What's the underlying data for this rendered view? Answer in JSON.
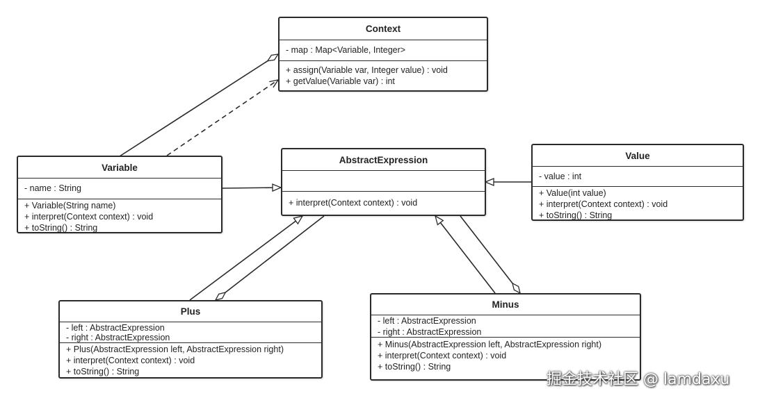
{
  "classes": {
    "context": {
      "name": "Context",
      "attributes": [
        "- map : Map<Variable, Integer>"
      ],
      "operations": [
        "+ assign(Variable var, Integer value) : void",
        "+ getValue(Variable var) : int"
      ]
    },
    "variable": {
      "name": "Variable",
      "attributes": [
        "- name : String"
      ],
      "operations": [
        "+ Variable(String name)",
        "+ interpret(Context context) : void",
        "+ toString() : String"
      ]
    },
    "abstract_expression": {
      "name": "AbstractExpression",
      "attributes": [],
      "operations": [
        "+ interpret(Context context) : void"
      ]
    },
    "value": {
      "name": "Value",
      "attributes": [
        "- value : int"
      ],
      "operations": [
        "+ Value(int value)",
        "+ interpret(Context context) : void",
        "+ toString() : String"
      ]
    },
    "plus": {
      "name": "Plus",
      "attributes": [
        "- left : AbstractExpression",
        "- right : AbstractExpression"
      ],
      "operations": [
        "+ Plus(AbstractExpression left, AbstractExpression right)",
        "+ interpret(Context context) : void",
        "+ toString() : String"
      ]
    },
    "minus": {
      "name": "Minus",
      "attributes": [
        "- left : AbstractExpression",
        "- right : AbstractExpression"
      ],
      "operations": [
        "+ Minus(AbstractExpression left, AbstractExpression right)",
        "+ interpret(Context context) : void",
        "+ toString() : String"
      ]
    }
  },
  "relations": [
    {
      "type": "aggregation",
      "from": "Variable",
      "to": "Context"
    },
    {
      "type": "dependency",
      "from": "Variable",
      "to": "Context"
    },
    {
      "type": "generalization",
      "from": "Variable",
      "to": "AbstractExpression"
    },
    {
      "type": "generalization",
      "from": "Value",
      "to": "AbstractExpression"
    },
    {
      "type": "generalization",
      "from": "Plus",
      "to": "AbstractExpression"
    },
    {
      "type": "aggregation",
      "from": "AbstractExpression",
      "to": "Plus"
    },
    {
      "type": "generalization",
      "from": "Minus",
      "to": "AbstractExpression"
    },
    {
      "type": "aggregation",
      "from": "AbstractExpression",
      "to": "Minus"
    }
  ],
  "watermark": "掘金技术社区 @ lamdaxu",
  "line_color": "#2a2a2a"
}
